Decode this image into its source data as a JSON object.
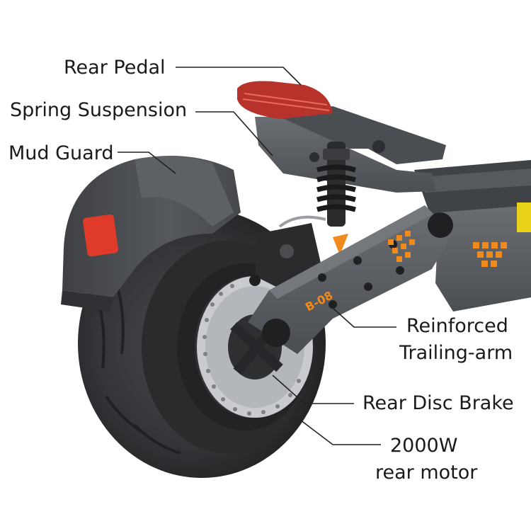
{
  "labels": {
    "rear_pedal": "Rear Pedal",
    "spring_suspension": "Spring Suspension",
    "mud_guard": "Mud Guard",
    "trailing_arm_line1": "Reinforced",
    "trailing_arm_line2": "Trailing-arm",
    "rear_disc_brake": "Rear Disc Brake",
    "motor_line1": "2000W",
    "motor_line2": "rear motor"
  },
  "frame_badge": "B-08",
  "colors": {
    "frame": "#5a5d61",
    "frame_dark": "#3c3f43",
    "tire": "#2e2f31",
    "accent_orange": "#f08a1c",
    "reflector": "#e03a2a",
    "tail_light": "#b8322c",
    "callout_line": "#222222"
  }
}
